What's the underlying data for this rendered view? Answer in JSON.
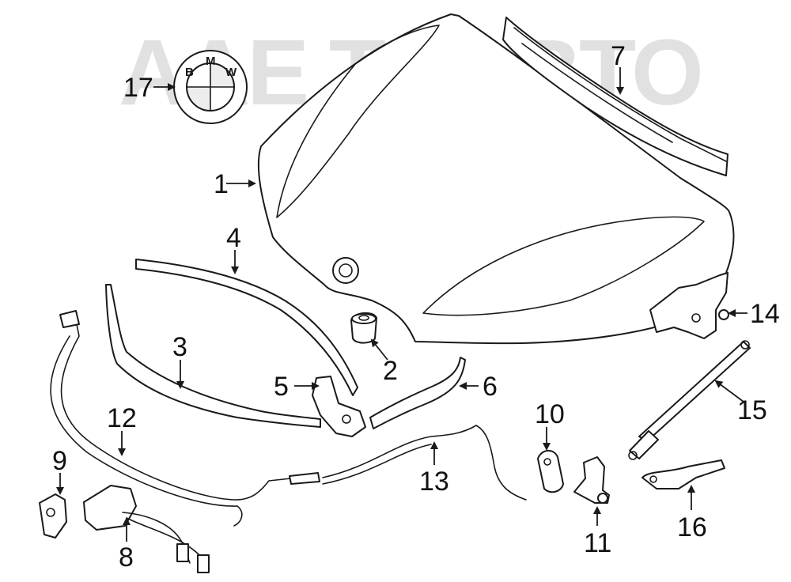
{
  "watermark": {
    "text": "AAE TOABTO"
  },
  "emblem": {
    "letters": [
      "B",
      "M",
      "W"
    ]
  },
  "callouts": [
    {
      "id": "callout-1",
      "label": "1"
    },
    {
      "id": "callout-2",
      "label": "2"
    },
    {
      "id": "callout-3",
      "label": "3"
    },
    {
      "id": "callout-4",
      "label": "4"
    },
    {
      "id": "callout-5",
      "label": "5"
    },
    {
      "id": "callout-6",
      "label": "6"
    },
    {
      "id": "callout-7",
      "label": "7"
    },
    {
      "id": "callout-8",
      "label": "8"
    },
    {
      "id": "callout-9",
      "label": "9"
    },
    {
      "id": "callout-10",
      "label": "10"
    },
    {
      "id": "callout-11",
      "label": "11"
    },
    {
      "id": "callout-12",
      "label": "12"
    },
    {
      "id": "callout-13",
      "label": "13"
    },
    {
      "id": "callout-14",
      "label": "14"
    },
    {
      "id": "callout-15",
      "label": "15"
    },
    {
      "id": "callout-16",
      "label": "16"
    },
    {
      "id": "callout-17",
      "label": "17"
    }
  ]
}
